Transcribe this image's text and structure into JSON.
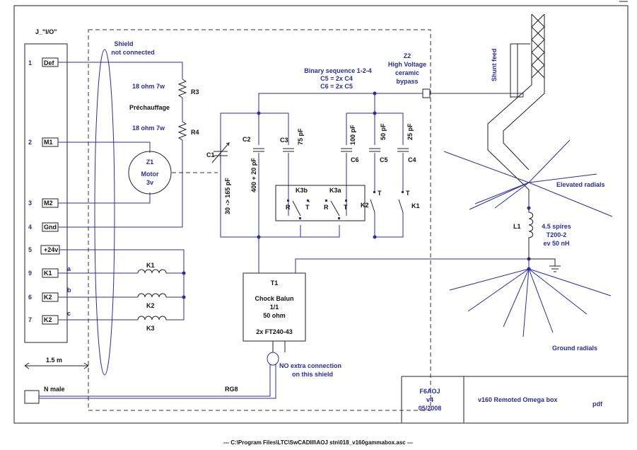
{
  "connector": {
    "title": "J_\"I/O\"",
    "pins": [
      {
        "num": "1",
        "name": "Def"
      },
      {
        "num": "2",
        "name": "M1"
      },
      {
        "num": "3",
        "name": "M2"
      },
      {
        "num": "4",
        "name": "Gnd"
      },
      {
        "num": "5",
        "name": "+24v"
      },
      {
        "num": "9",
        "name": "K1"
      },
      {
        "num": "6",
        "name": "K2"
      },
      {
        "num": "7",
        "name": "K2"
      }
    ],
    "line_letters": [
      "a",
      "b",
      "c"
    ]
  },
  "shield": {
    "line1": "Shield",
    "line2": "not connected"
  },
  "resistors": {
    "r3_value": "18 ohm 7w",
    "r3_name": "R3",
    "heater_label": "Préchauffage",
    "r4_value": "18 ohm 7w",
    "r4_name": "R4"
  },
  "motor": {
    "name": "Z1",
    "line1": "Motor",
    "line2": "3v"
  },
  "relays_coils": [
    "K1",
    "K2",
    "K3"
  ],
  "cable_length": "1.5 m",
  "n_male": "N male",
  "rg8": "RG8",
  "no_extra": {
    "line1": "NO extra connection",
    "line2": "on this shield"
  },
  "capacitors": {
    "c1": "C1",
    "c1_value": "30 -> 165 pF",
    "c2": "C2",
    "c2_value": "400 + 20 pF",
    "c3": "C3",
    "c3_value": "75 pF",
    "c6": "C6",
    "c6_value": "100 pF",
    "c5": "C5",
    "c5_value": "50 pF",
    "c4": "C4",
    "c4_value": "25 pF"
  },
  "binary": {
    "line1": "Binary sequence 1-2-4",
    "line2": "C5 = 2x C4",
    "line3": "C6 = 2x C5"
  },
  "z2": {
    "name": "Z2",
    "line1": "High Voltage",
    "line2": "ceramic",
    "line3": "bypass"
  },
  "relay_contacts": {
    "k3b": "K3b",
    "k3a": "K3a",
    "k2": "K2",
    "k1": "K1",
    "r": "R",
    "t": "T"
  },
  "balun": {
    "name": "T1",
    "line1": "Chock Balun",
    "line2": "1/1",
    "line3": "50 ohm",
    "line4": "2x FT240-43"
  },
  "shunt_feed": "Shunt feed",
  "elevated_radials": "Elevated radials",
  "ground_radials": "Ground radials",
  "inductor": {
    "name": "L1",
    "line1": "4.5 spires",
    "line2": "T200-2",
    "line3": "ev 50 nH"
  },
  "titleblock": {
    "author": "F6AOJ",
    "version": "v4",
    "date": "05/2008",
    "title": "v160 Remoted Omega box",
    "format": "pdf"
  },
  "filepath": "--- C:\\Program Files\\LTC\\SwCADIII\\AOJ stn\\018_v160gammabox.asc ---"
}
